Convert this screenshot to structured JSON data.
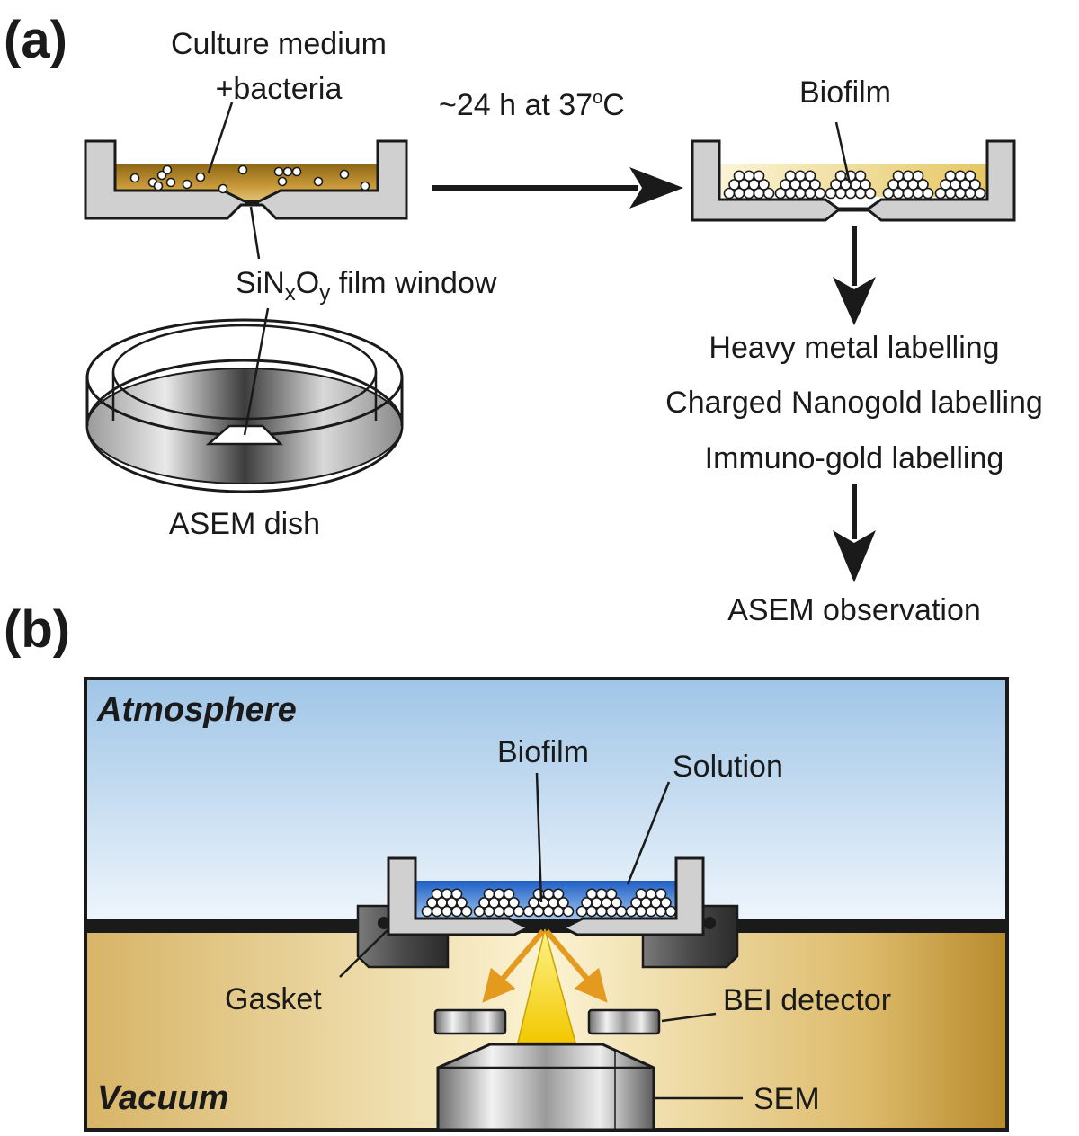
{
  "panel_a": {
    "label": "(a)",
    "culture_medium_line1": "Culture medium",
    "culture_medium_line2": "+bacteria",
    "incubation": "~24 h at 37",
    "incubation_deg": "o",
    "incubation_unit": "C",
    "biofilm": "Biofilm",
    "window_si": "SiN",
    "window_x": "x",
    "window_o": "O",
    "window_y": "y",
    "window_rest": " film window",
    "dish_label": "ASEM dish",
    "steps": [
      "Heavy metal labelling",
      "Charged Nanogold labelling",
      "Immuno-gold labelling"
    ],
    "final_step": "ASEM observation"
  },
  "panel_b": {
    "label": "(b)",
    "atmosphere": "Atmosphere",
    "vacuum": "Vacuum",
    "biofilm": "Biofilm",
    "solution": "Solution",
    "gasket": "Gasket",
    "detector": "BEI detector",
    "sem": "SEM"
  },
  "colors": {
    "culture_medium": "#b8902a",
    "solution": "#2a6fd0",
    "atmosphere": "#a9cbe9",
    "vacuum": "#d9b868",
    "electron_beam": "#f5d800",
    "backscatter_arrows": "#e39a1f"
  }
}
